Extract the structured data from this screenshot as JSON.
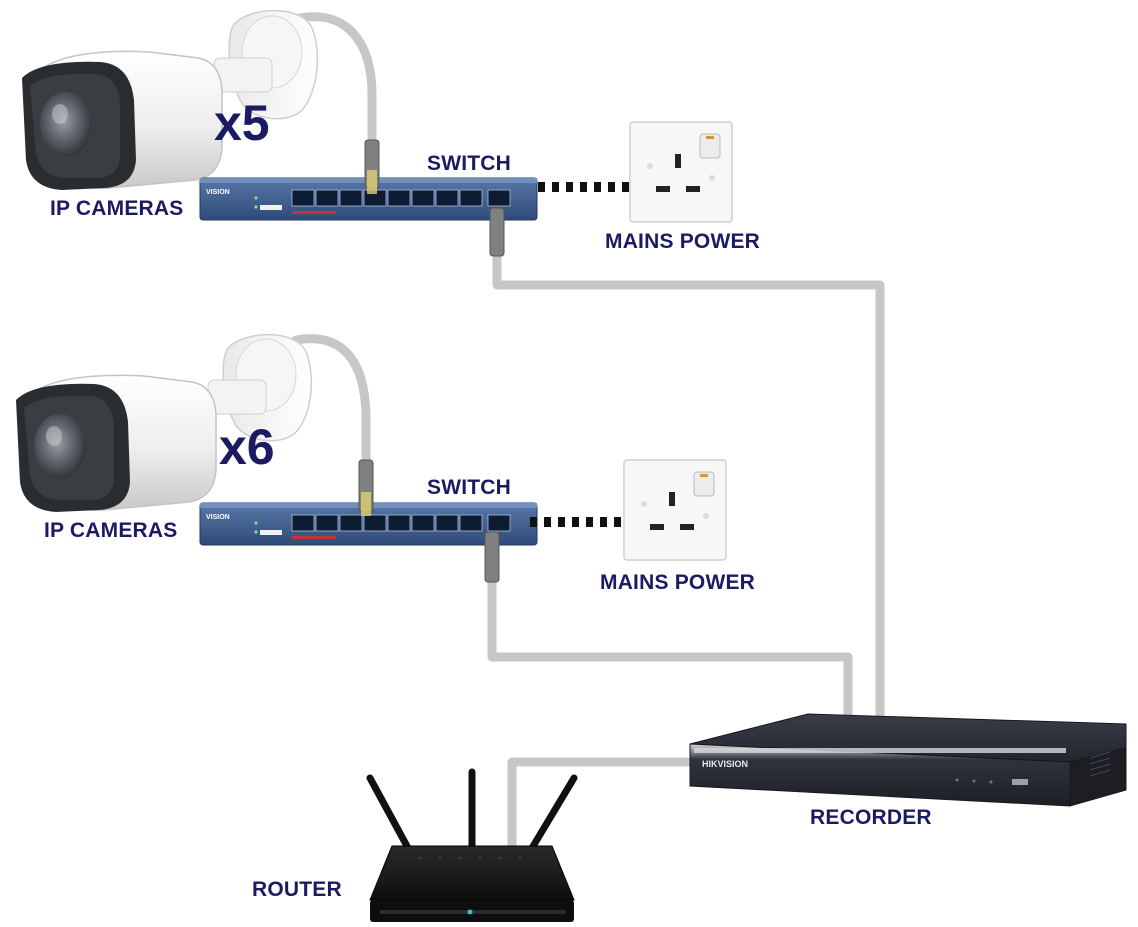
{
  "labels": {
    "cameras_top": "IP CAMERAS",
    "qty_top": "x5",
    "switch_top": "SWITCH",
    "power_top": "MAINS POWER",
    "cameras_bottom": "IP CAMERAS",
    "qty_bottom": "x6",
    "switch_bottom": "SWITCH",
    "power_bottom": "MAINS POWER",
    "recorder": "RECORDER",
    "router": "ROUTER"
  },
  "brand": {
    "switch_logo": "VISION",
    "recorder_logo": "HIKVISION"
  },
  "colors": {
    "text": "#1b1b63",
    "cable": "#c7c7c7",
    "switch_body": "#3c5a8c",
    "power_link": "#111111",
    "recorder_body": "#2b2e38",
    "router_body": "#1a1a1a"
  }
}
